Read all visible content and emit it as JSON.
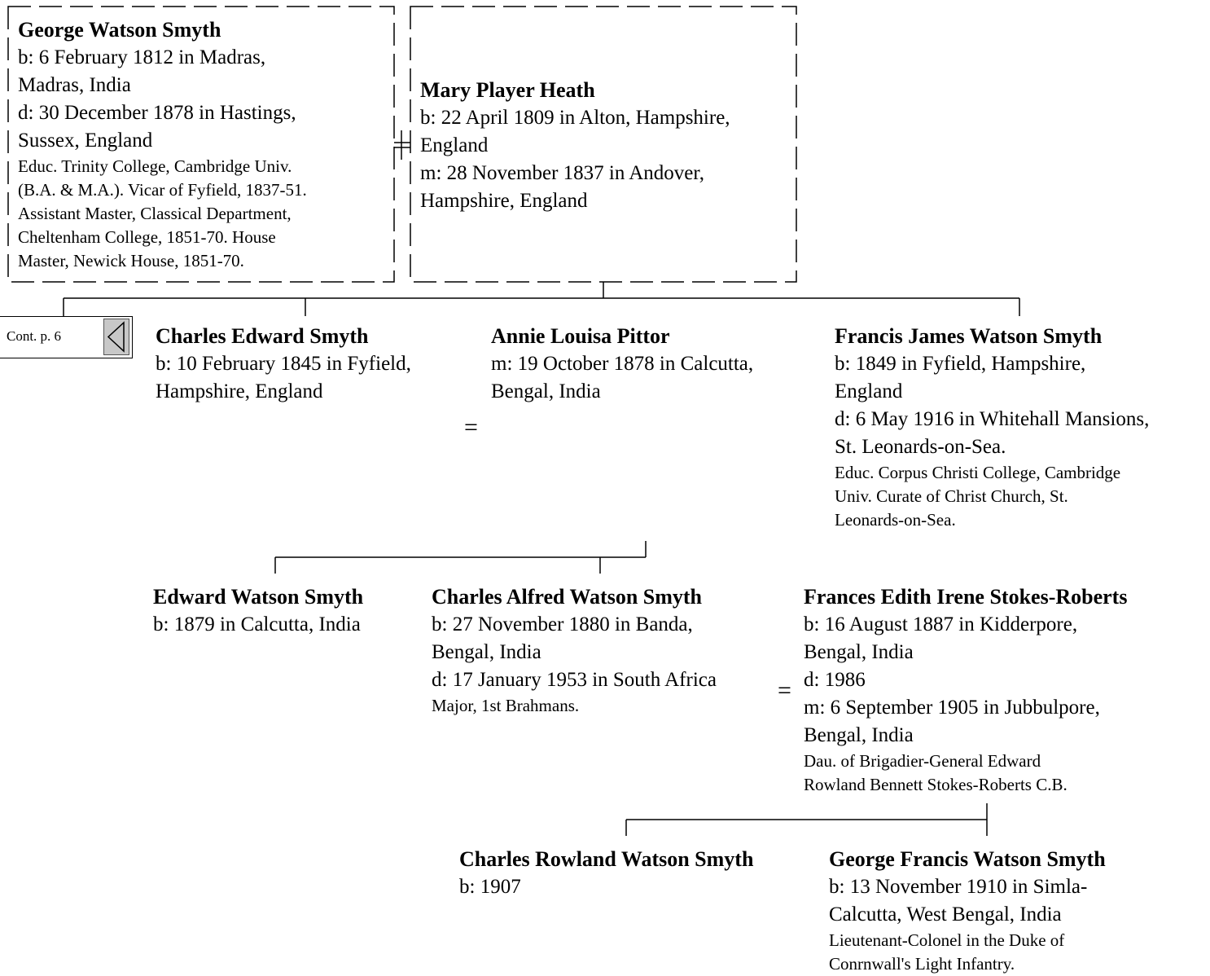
{
  "people": {
    "george_watson_smyth": {
      "name": "George Watson Smyth",
      "lines": [
        "b: 6 February 1812 in Madras,",
        "Madras, India",
        "d: 30 December 1878 in Hastings,",
        "Sussex, England"
      ],
      "notes": [
        "Educ. Trinity College, Cambridge Univ.",
        "(B.A. & M.A.). Vicar of Fyfield, 1837-51.",
        "Assistant Master, Classical Department,",
        "Cheltenham College, 1851-70. House",
        "Master, Newick House, 1851-70."
      ]
    },
    "mary_player_heath": {
      "name": "Mary Player Heath",
      "lines": [
        "b: 22 April 1809 in Alton, Hampshire,",
        "England",
        "m: 28 November 1837 in Andover,",
        "Hampshire, England"
      ],
      "notes": []
    },
    "charles_edward_smyth": {
      "name": "Charles Edward Smyth",
      "lines": [
        "b: 10 February 1845 in Fyfield,",
        "Hampshire, England"
      ],
      "notes": []
    },
    "annie_louisa_pittor": {
      "name": "Annie Louisa Pittor",
      "lines": [
        "m: 19 October 1878 in Calcutta,",
        "Bengal, India"
      ],
      "notes": []
    },
    "francis_james_watson_smyth": {
      "name": "Francis James Watson Smyth",
      "lines": [
        "b: 1849 in Fyfield, Hampshire,",
        "England",
        "d: 6 May 1916 in Whitehall Mansions,",
        "St. Leonards-on-Sea."
      ],
      "notes": [
        "Educ. Corpus Christi College, Cambridge",
        "Univ. Curate of Christ Church, St.",
        "Leonards-on-Sea."
      ]
    },
    "edward_watson_smyth": {
      "name": "Edward Watson Smyth",
      "lines": [
        "b: 1879 in Calcutta, India"
      ],
      "notes": []
    },
    "charles_alfred_watson_smyth": {
      "name": "Charles Alfred Watson Smyth",
      "lines": [
        "b: 27 November 1880 in Banda,",
        "Bengal, India",
        "d: 17 January 1953 in South Africa"
      ],
      "notes": [
        "Major, 1st Brahmans."
      ]
    },
    "frances_edith_irene_stokes_roberts": {
      "name": "Frances Edith Irene Stokes-Roberts",
      "lines": [
        "b: 16 August 1887 in Kidderpore,",
        "Bengal, India",
        "d: 1986",
        "m: 6 September 1905 in Jubbulpore,",
        "Bengal, India"
      ],
      "notes": [
        "Dau. of Brigadier-General Edward",
        "Rowland Bennett Stokes-Roberts C.B."
      ]
    },
    "charles_rowland_watson_smyth": {
      "name": "Charles Rowland Watson Smyth",
      "lines": [
        "b: 1907"
      ],
      "notes": []
    },
    "george_francis_watson_smyth": {
      "name": "George Francis Watson Smyth",
      "lines": [
        "b: 13 November 1910 in Simla-",
        "Calcutta, West Bengal, India"
      ],
      "notes": [
        "Lieutenant-Colonel in the Duke of",
        "Conrnwall's Light Infantry."
      ]
    }
  },
  "marriage_symbol": "=",
  "continuation": {
    "label": "Cont. p. 6",
    "icon": "triangle-left-icon"
  }
}
